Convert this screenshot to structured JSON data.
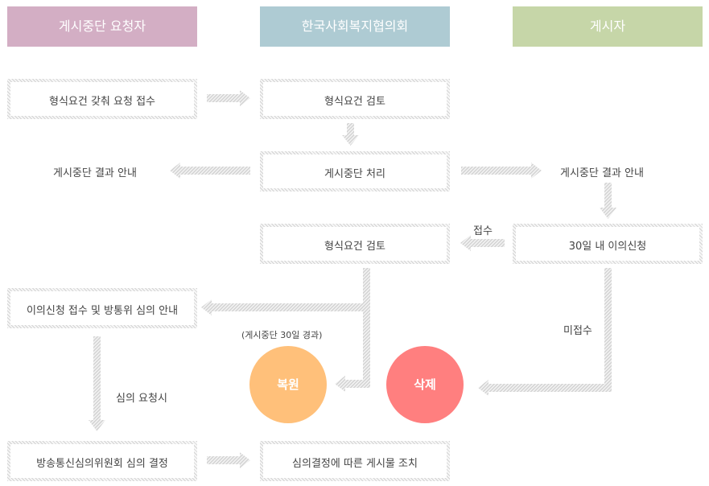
{
  "headers": {
    "requester": "게시중단 요청자",
    "council": "한국사회복지협의회",
    "poster": "게시자"
  },
  "colors": {
    "requester": "#d3aec4",
    "council": "#aecbd3",
    "poster": "#c6d6a8",
    "restore": "#ffc07a",
    "delete": "#ff7f7f",
    "arrow": "#d6d6d6"
  },
  "boxes": {
    "receive": "형식요건 갖춰 요청 접수",
    "review1": "형식요건 검토",
    "process": "게시중단 처리",
    "review2": "형식요건 검토",
    "objection": "30일 내 이의신청",
    "objection_notice": "이의신청 접수 및 방통위 심의 안내",
    "commission": "방송통신심의위원회 심의 결정",
    "action": "심의결정에 따른 게시물 조치"
  },
  "labels": {
    "result_left": "게시중단 결과 안내",
    "result_right": "게시중단 결과 안내",
    "accepted": "접수",
    "not_accepted": "미접수",
    "elapsed": "(게시중단 30일 경과)",
    "review_request": "심의 요청시"
  },
  "circles": {
    "restore": "복원",
    "delete": "삭제"
  }
}
